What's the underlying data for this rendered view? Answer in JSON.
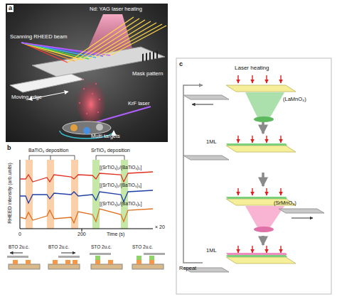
{
  "diagram": {
    "nodes": [
      {
        "text": [
          "Laser heating",
          "(LaMnO₃)"
        ]
      },
      {
        "text": [
          "1ML"
        ]
      },
      {
        "text": [
          "(SrMnO₃)"
        ]
      },
      {
        "text": [
          "1ML"
        ]
      }
    ],
    "edges": [
      {
        "from": 0,
        "to": 1,
        "arrow": "to"
      },
      {
        "from": 1,
        "to": 2,
        "arrow": "to"
      },
      {
        "from": 2,
        "to": 3,
        "arrow": "to"
      },
      {
        "from": 3,
        "to": 0,
        "arrow": "to",
        "label": "Repeat"
      }
    ],
    "labels": [
      "a",
      "Nd: YAG laser heating",
      "Scanning RHEED beam",
      "Mask pattern",
      "Moving edge",
      "KrF laser",
      "Multi targets",
      "b",
      "BaTiO₃ deposition",
      "SrTiO₃ deposition",
      "RHEED intensity (arb.units)",
      "[(SrTiO₃)₂/(BaTiO₃)₂]",
      "[(SrTiO₃)₁/(BaTiO₃)₄]",
      "[(SrTiO₃)₆/(BaTiO₃)₆]",
      "0",
      "200",
      "Time (s)",
      "× 20",
      "BTO 2u.c.",
      "BTO 2u.c.",
      "STO 2u.c.",
      "STO 2u.c.",
      "c"
    ]
  }
}
